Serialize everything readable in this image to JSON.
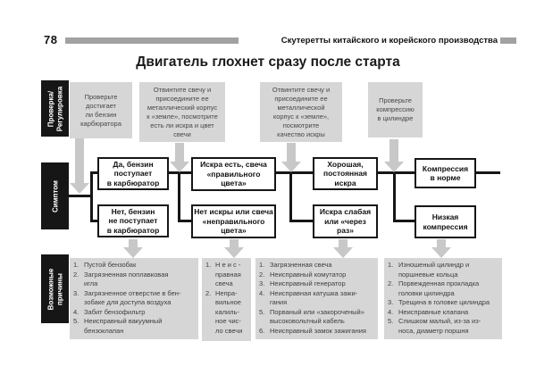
{
  "page": {
    "number": "78",
    "header": "Скутеретты китайского и корейского производства",
    "title": "Двигатель глохнет сразу после старта"
  },
  "row_labels": {
    "check": "Проверка/\nРегулировка",
    "symptom": "Симптом",
    "causes": "Возможные\nпричины"
  },
  "checks": [
    "Проверьте\nдостигает\nли бензин\nкарбюратора",
    "Отвинтите свечу и\nприсоедините ее\nметаллический корпус\nк «земле», посмотрите\nесть ли искра и цвет\nсвечи",
    "Отвинтите свечу и\nприсоедините ее\nметаллической\nкорпус к «земле»,\nпосмотрите\nкачество искры",
    "Проверьте\nкомпрессию\nв цилиндре"
  ],
  "symptoms": {
    "row1": [
      "Да, бензин\nпоступает\nв карбюратор",
      "Искра есть, свеча\n«правильного\nцвета»",
      "Хорошая,\nпостоянная\nискра",
      "Компрессия\nв норме"
    ],
    "row2": [
      "Нет, бензин\nне поступает\nв карбюратор",
      "Нет искры или свеча\n«неправильного\nцвета»",
      "Искра слабая\nили «через\nраз»",
      "Низкая\nкомпрессия"
    ]
  },
  "causes": [
    {
      "items": [
        {
          "n": "1.",
          "t": "Пустой бензобак"
        },
        {
          "n": "2.",
          "t": "Загрязненная поплавковая\nигла"
        },
        {
          "n": "3.",
          "t": "Загрязненное отверстие в бен-\nзобаке для доступа воздуха"
        },
        {
          "n": "4.",
          "t": "Забит бензофильтр"
        },
        {
          "n": "5.",
          "t": "Неисправный вакуумный\nбензоклапан"
        }
      ]
    },
    {
      "items": [
        {
          "n": "1.",
          "t": "Н е и с -\nправная\nсвеча"
        },
        {
          "n": "2.",
          "t": "Непра-\nвильное\nкалиль-\nное чис-\nло свечи"
        }
      ]
    },
    {
      "items": [
        {
          "n": "1.",
          "t": "Загрязненная свеча"
        },
        {
          "n": "2.",
          "t": "Неисправный комутатор"
        },
        {
          "n": "3.",
          "t": "Неисправный генератор"
        },
        {
          "n": "4.",
          "t": "Неисправная катушка зажи-\nгания"
        },
        {
          "n": "5.",
          "t": "Порваный или «закороченый»\nвысоковольтный кабель"
        },
        {
          "n": "6.",
          "t": "Неисправный замок зажигания"
        }
      ]
    },
    {
      "items": [
        {
          "n": "1.",
          "t": "Изношеный цилиндр и\nпоршневые кольца"
        },
        {
          "n": "2.",
          "t": "Порвежденная прокладка\nголовки цилиндра"
        },
        {
          "n": "3.",
          "t": "Трещина в головке цилиндра"
        },
        {
          "n": "4.",
          "t": "Неисправные клапана"
        },
        {
          "n": "5.",
          "t": "Слишком малый, из-за из-\nноса, диаметр поршня"
        }
      ]
    }
  ],
  "colors": {
    "black": "#161616",
    "box_gray": "#d6d6d6",
    "arrow_gray": "#c8c8c8",
    "bar_gray": "#a2a2a2",
    "check_text": "#474747",
    "cause_text": "#3e3e3e"
  }
}
